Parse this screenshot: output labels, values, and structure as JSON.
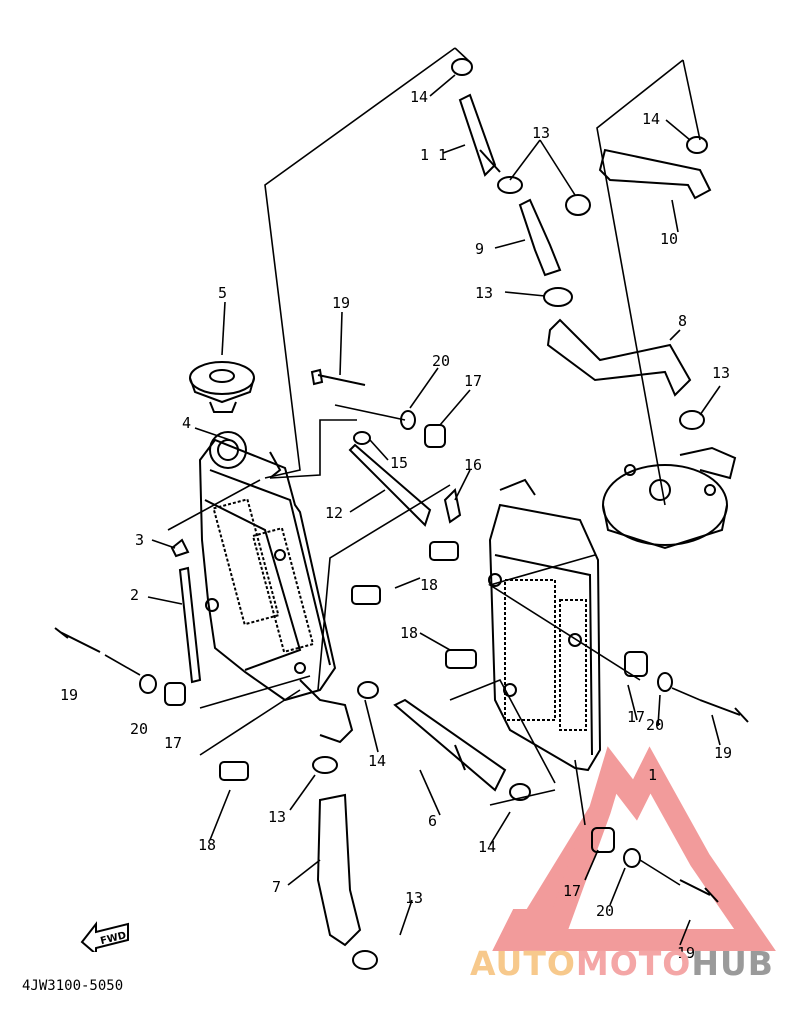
{
  "diagram": {
    "catalog_code": "4JW3100-5050",
    "fwd_label": "FWD",
    "callouts": [
      {
        "id": "c14a",
        "text": "14"
      },
      {
        "id": "c11",
        "text": "1 1"
      },
      {
        "id": "c13a",
        "text": "13"
      },
      {
        "id": "c14b",
        "text": "14"
      },
      {
        "id": "c9",
        "text": "9"
      },
      {
        "id": "c10",
        "text": "10"
      },
      {
        "id": "c13b",
        "text": "13"
      },
      {
        "id": "c5",
        "text": "5"
      },
      {
        "id": "c19a",
        "text": "19"
      },
      {
        "id": "c8",
        "text": "8"
      },
      {
        "id": "c20a",
        "text": "20"
      },
      {
        "id": "c17a",
        "text": "17"
      },
      {
        "id": "c13c",
        "text": "13"
      },
      {
        "id": "c4",
        "text": "4"
      },
      {
        "id": "c15",
        "text": "15"
      },
      {
        "id": "c16",
        "text": "16"
      },
      {
        "id": "c12",
        "text": "12"
      },
      {
        "id": "c3",
        "text": "3"
      },
      {
        "id": "c18a",
        "text": "18"
      },
      {
        "id": "c2",
        "text": "2"
      },
      {
        "id": "c18b",
        "text": "18"
      },
      {
        "id": "c19b",
        "text": "19"
      },
      {
        "id": "c20b",
        "text": "20"
      },
      {
        "id": "c17b",
        "text": "17"
      },
      {
        "id": "c17c",
        "text": "17"
      },
      {
        "id": "c20c",
        "text": "20"
      },
      {
        "id": "c19c",
        "text": "19"
      },
      {
        "id": "c14c",
        "text": "14"
      },
      {
        "id": "c1",
        "text": "1"
      },
      {
        "id": "c6",
        "text": "6"
      },
      {
        "id": "c18c",
        "text": "18"
      },
      {
        "id": "c13d",
        "text": "13"
      },
      {
        "id": "c14d",
        "text": "14"
      },
      {
        "id": "c7",
        "text": "7"
      },
      {
        "id": "c13e",
        "text": "13"
      },
      {
        "id": "c17d",
        "text": "17"
      },
      {
        "id": "c20d",
        "text": "20"
      },
      {
        "id": "c19d",
        "text": "19"
      }
    ]
  },
  "watermark": {
    "part1": "AUTO",
    "part2": "MOTO",
    "part3": "HUB",
    "colors": {
      "triangle": "#f08a8a",
      "auto": "#f7c98c",
      "moto": "#f4a6a6",
      "hub": "#9a9a9a"
    }
  }
}
